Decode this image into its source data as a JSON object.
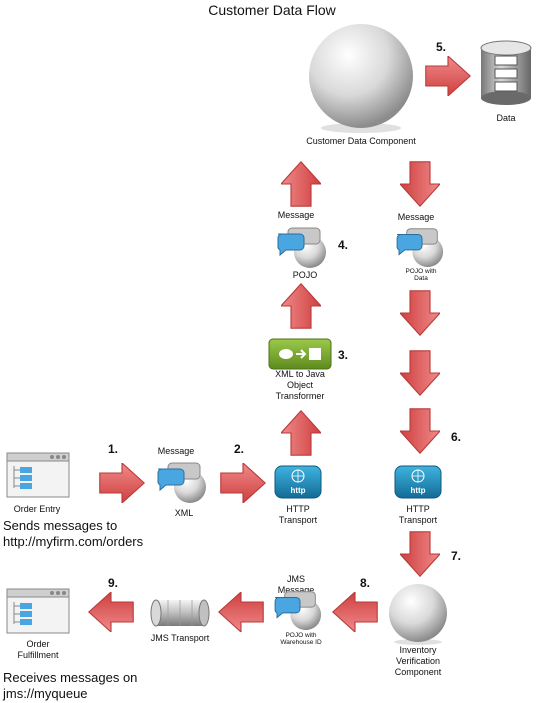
{
  "title": "Customer Data Flow",
  "nodes": {
    "customer_data_component": "Customer Data Component",
    "data": "Data",
    "message_left_label": "Message",
    "pojo": "POJO",
    "message_right_label": "Message",
    "pojo_with_data": "POJO with Data",
    "xml_to_java": "XML to Java Object Transformer",
    "order_entry": "Order Entry",
    "sends_messages": "Sends messages to http://myfirm.com/orders",
    "message_xml_label": "Message",
    "xml": "XML",
    "http_transport_left": "HTTP Transport",
    "http_transport_right": "HTTP Transport",
    "http_badge": "http",
    "jms_message": "JMS Message",
    "pojo_with_warehouse": "POJO with Warehouse ID",
    "inventory_verification": "Inventory Verification Component",
    "jms_transport": "JMS Transport",
    "order_fulfillment": "Order Fulfillment",
    "receives_messages": "Receives messages on jms://myqueue"
  },
  "steps": {
    "s1": "1.",
    "s2": "2.",
    "s3": "3.",
    "s4": "4.",
    "s5": "5.",
    "s6": "6.",
    "s7": "7.",
    "s8": "8.",
    "s9": "9."
  },
  "colors": {
    "arrow": "#e05a5a",
    "arrow_dark": "#b83a3a",
    "http_blue": "#1f8fbf",
    "transformer_green": "#7aa630"
  }
}
